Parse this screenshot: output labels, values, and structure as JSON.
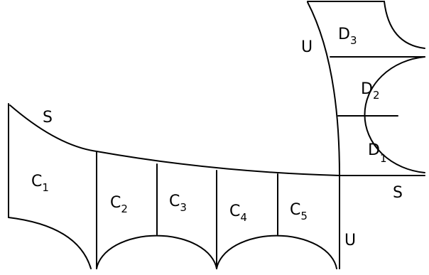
{
  "labels": {
    "s_left": "S",
    "s_right": "S",
    "u_top": "U",
    "u_bottom": "U",
    "c1": {
      "base": "C",
      "sub": "1"
    },
    "c2": {
      "base": "C",
      "sub": "2"
    },
    "c3": {
      "base": "C",
      "sub": "3"
    },
    "c4": {
      "base": "C",
      "sub": "4"
    },
    "c5": {
      "base": "C",
      "sub": "5"
    },
    "d1": {
      "base": "D",
      "sub": "1"
    },
    "d2": {
      "base": "D",
      "sub": "2"
    },
    "d3": {
      "base": "D",
      "sub": "3"
    }
  },
  "colors": {
    "line": "#000000",
    "background": "#ffffff"
  }
}
